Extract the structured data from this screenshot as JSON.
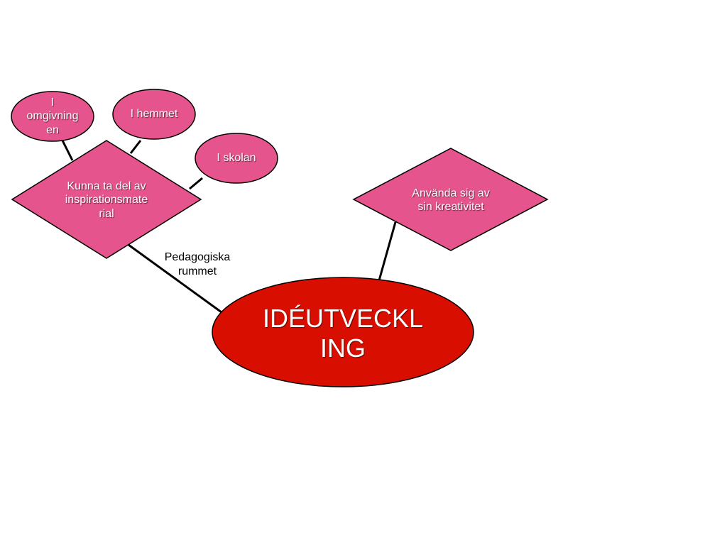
{
  "colors": {
    "pink": "#e5548c",
    "red": "#d80e00",
    "outline": "#000000",
    "connector": "#000000"
  },
  "nodes": {
    "omgivningen": "I\nomgivning\nen",
    "hemmet": "I hemmet",
    "skolan": "I skolan",
    "inspiration": "Kunna ta del av\ninspirationsmate\nrial",
    "kreativitet": "Använda sig av\nsin kreativitet",
    "center": "IDÉUTVECKL\nING"
  },
  "edge_labels": {
    "pedagogiska": "Pedagogiska\nrummet"
  }
}
